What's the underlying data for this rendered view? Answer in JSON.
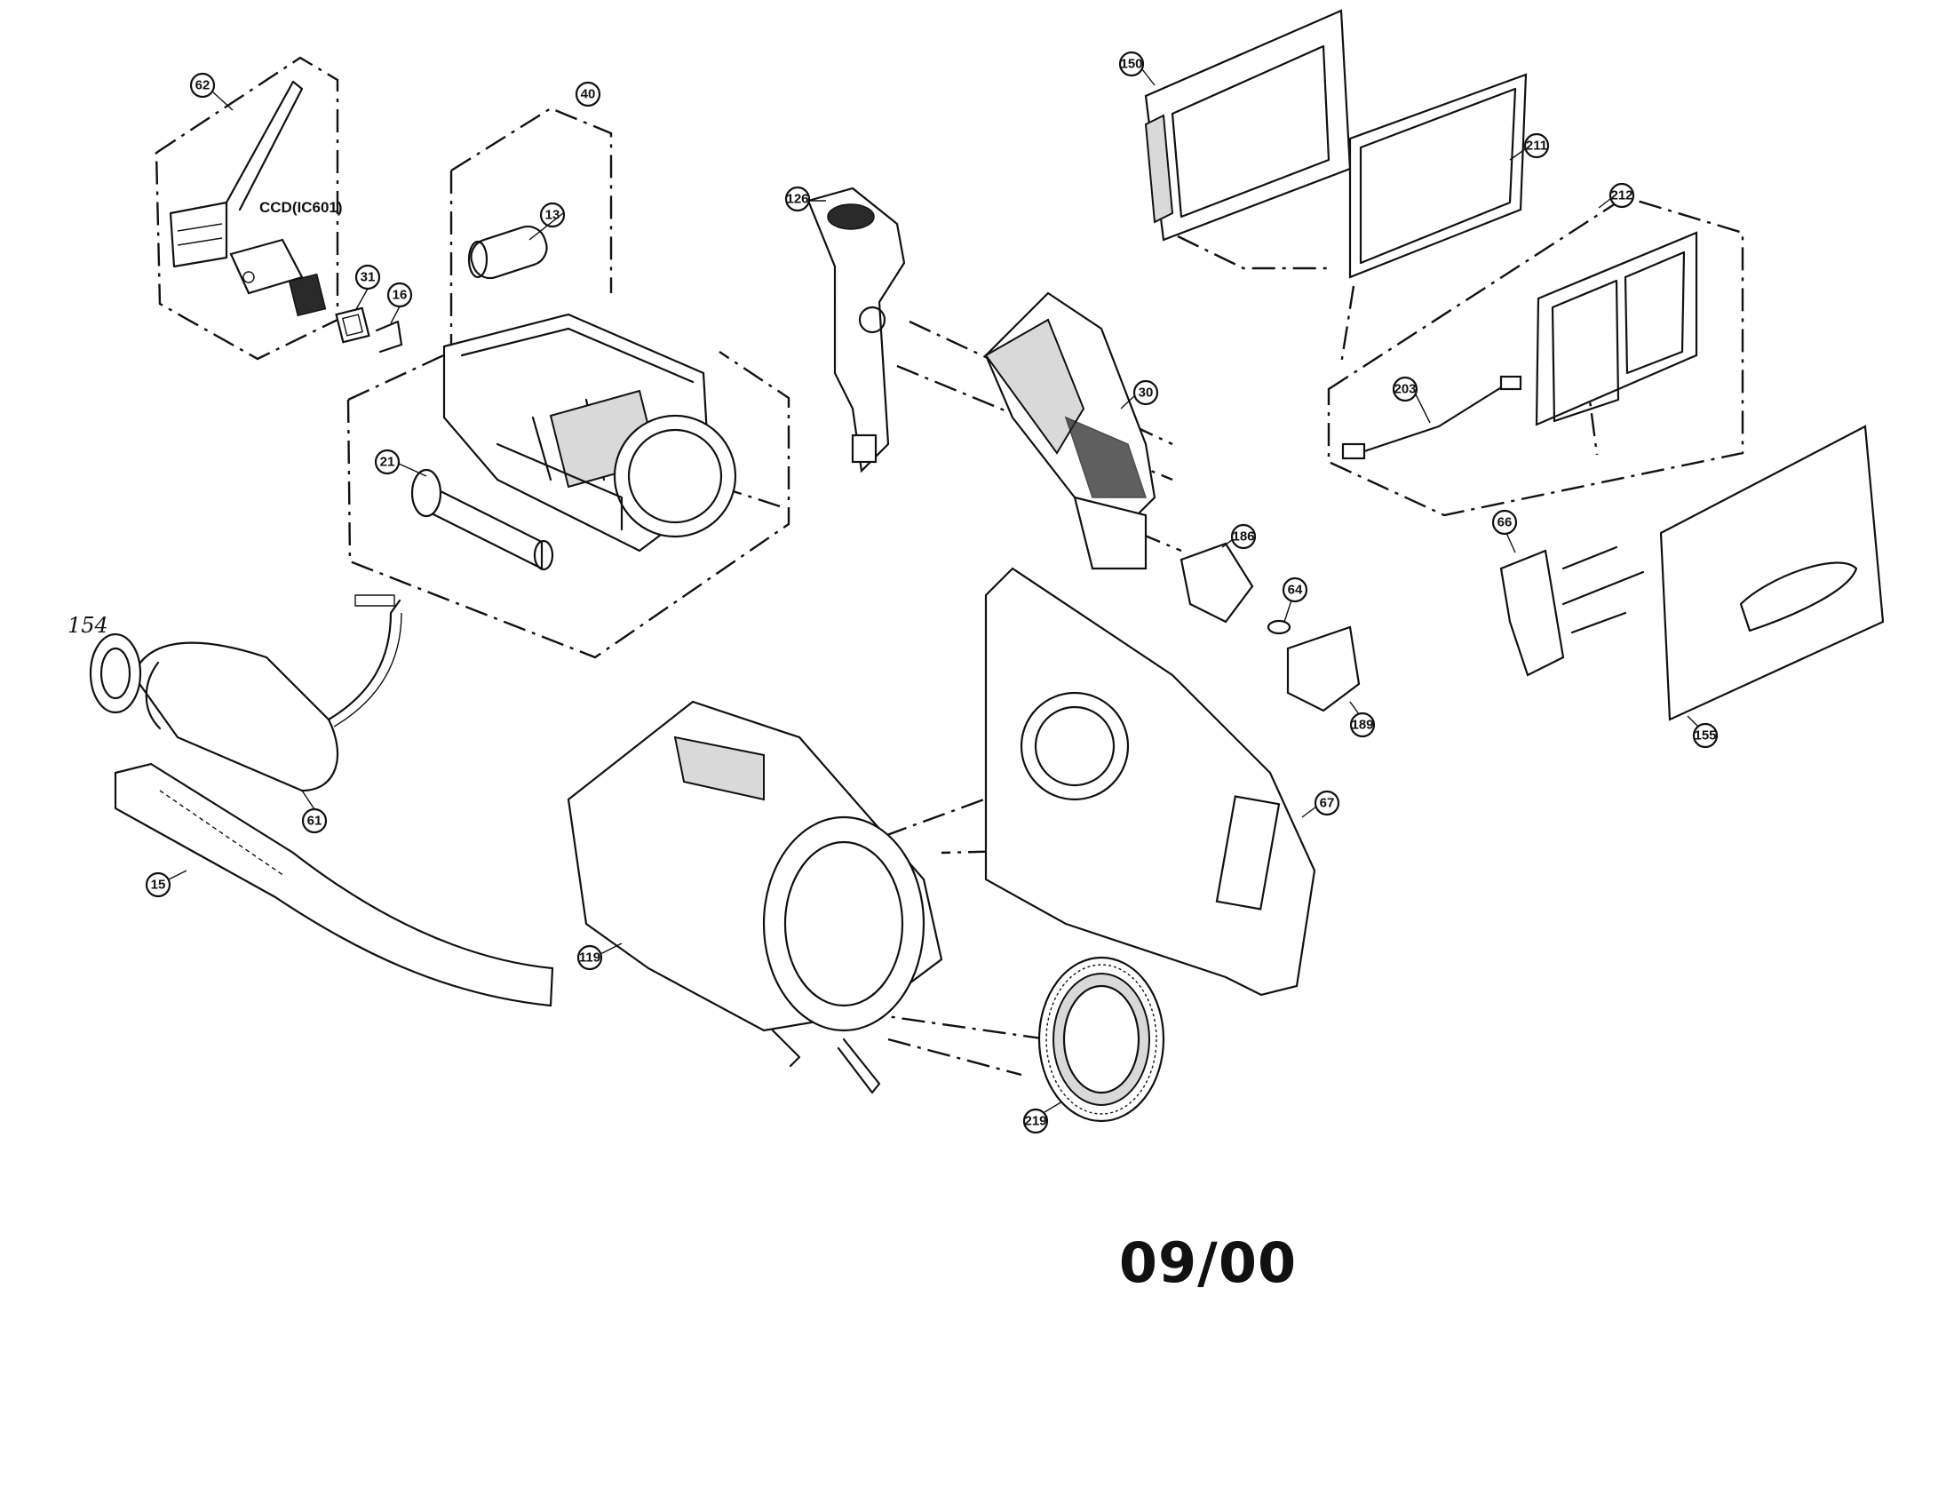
{
  "diagram": {
    "handwritten_part_number": "154",
    "ccd_label": "CCD(IC601)",
    "date_stamp": "09/00",
    "callouts": [
      {
        "id": "c-62",
        "label": "62"
      },
      {
        "id": "c-40",
        "label": "40"
      },
      {
        "id": "c-13",
        "label": "13"
      },
      {
        "id": "c-31",
        "label": "31"
      },
      {
        "id": "c-16",
        "label": "16"
      },
      {
        "id": "c-21",
        "label": "21"
      },
      {
        "id": "c-126",
        "label": "126"
      },
      {
        "id": "c-30",
        "label": "30"
      },
      {
        "id": "c-150",
        "label": "150"
      },
      {
        "id": "c-211",
        "label": "211"
      },
      {
        "id": "c-212",
        "label": "212"
      },
      {
        "id": "c-203",
        "label": "203"
      },
      {
        "id": "c-186",
        "label": "186"
      },
      {
        "id": "c-64",
        "label": "64"
      },
      {
        "id": "c-189",
        "label": "189"
      },
      {
        "id": "c-66",
        "label": "66"
      },
      {
        "id": "c-155",
        "label": "155"
      },
      {
        "id": "c-67",
        "label": "67"
      },
      {
        "id": "c-61",
        "label": "61"
      },
      {
        "id": "c-15",
        "label": "15"
      },
      {
        "id": "c-119",
        "label": "119"
      },
      {
        "id": "c-219",
        "label": "219"
      }
    ]
  }
}
